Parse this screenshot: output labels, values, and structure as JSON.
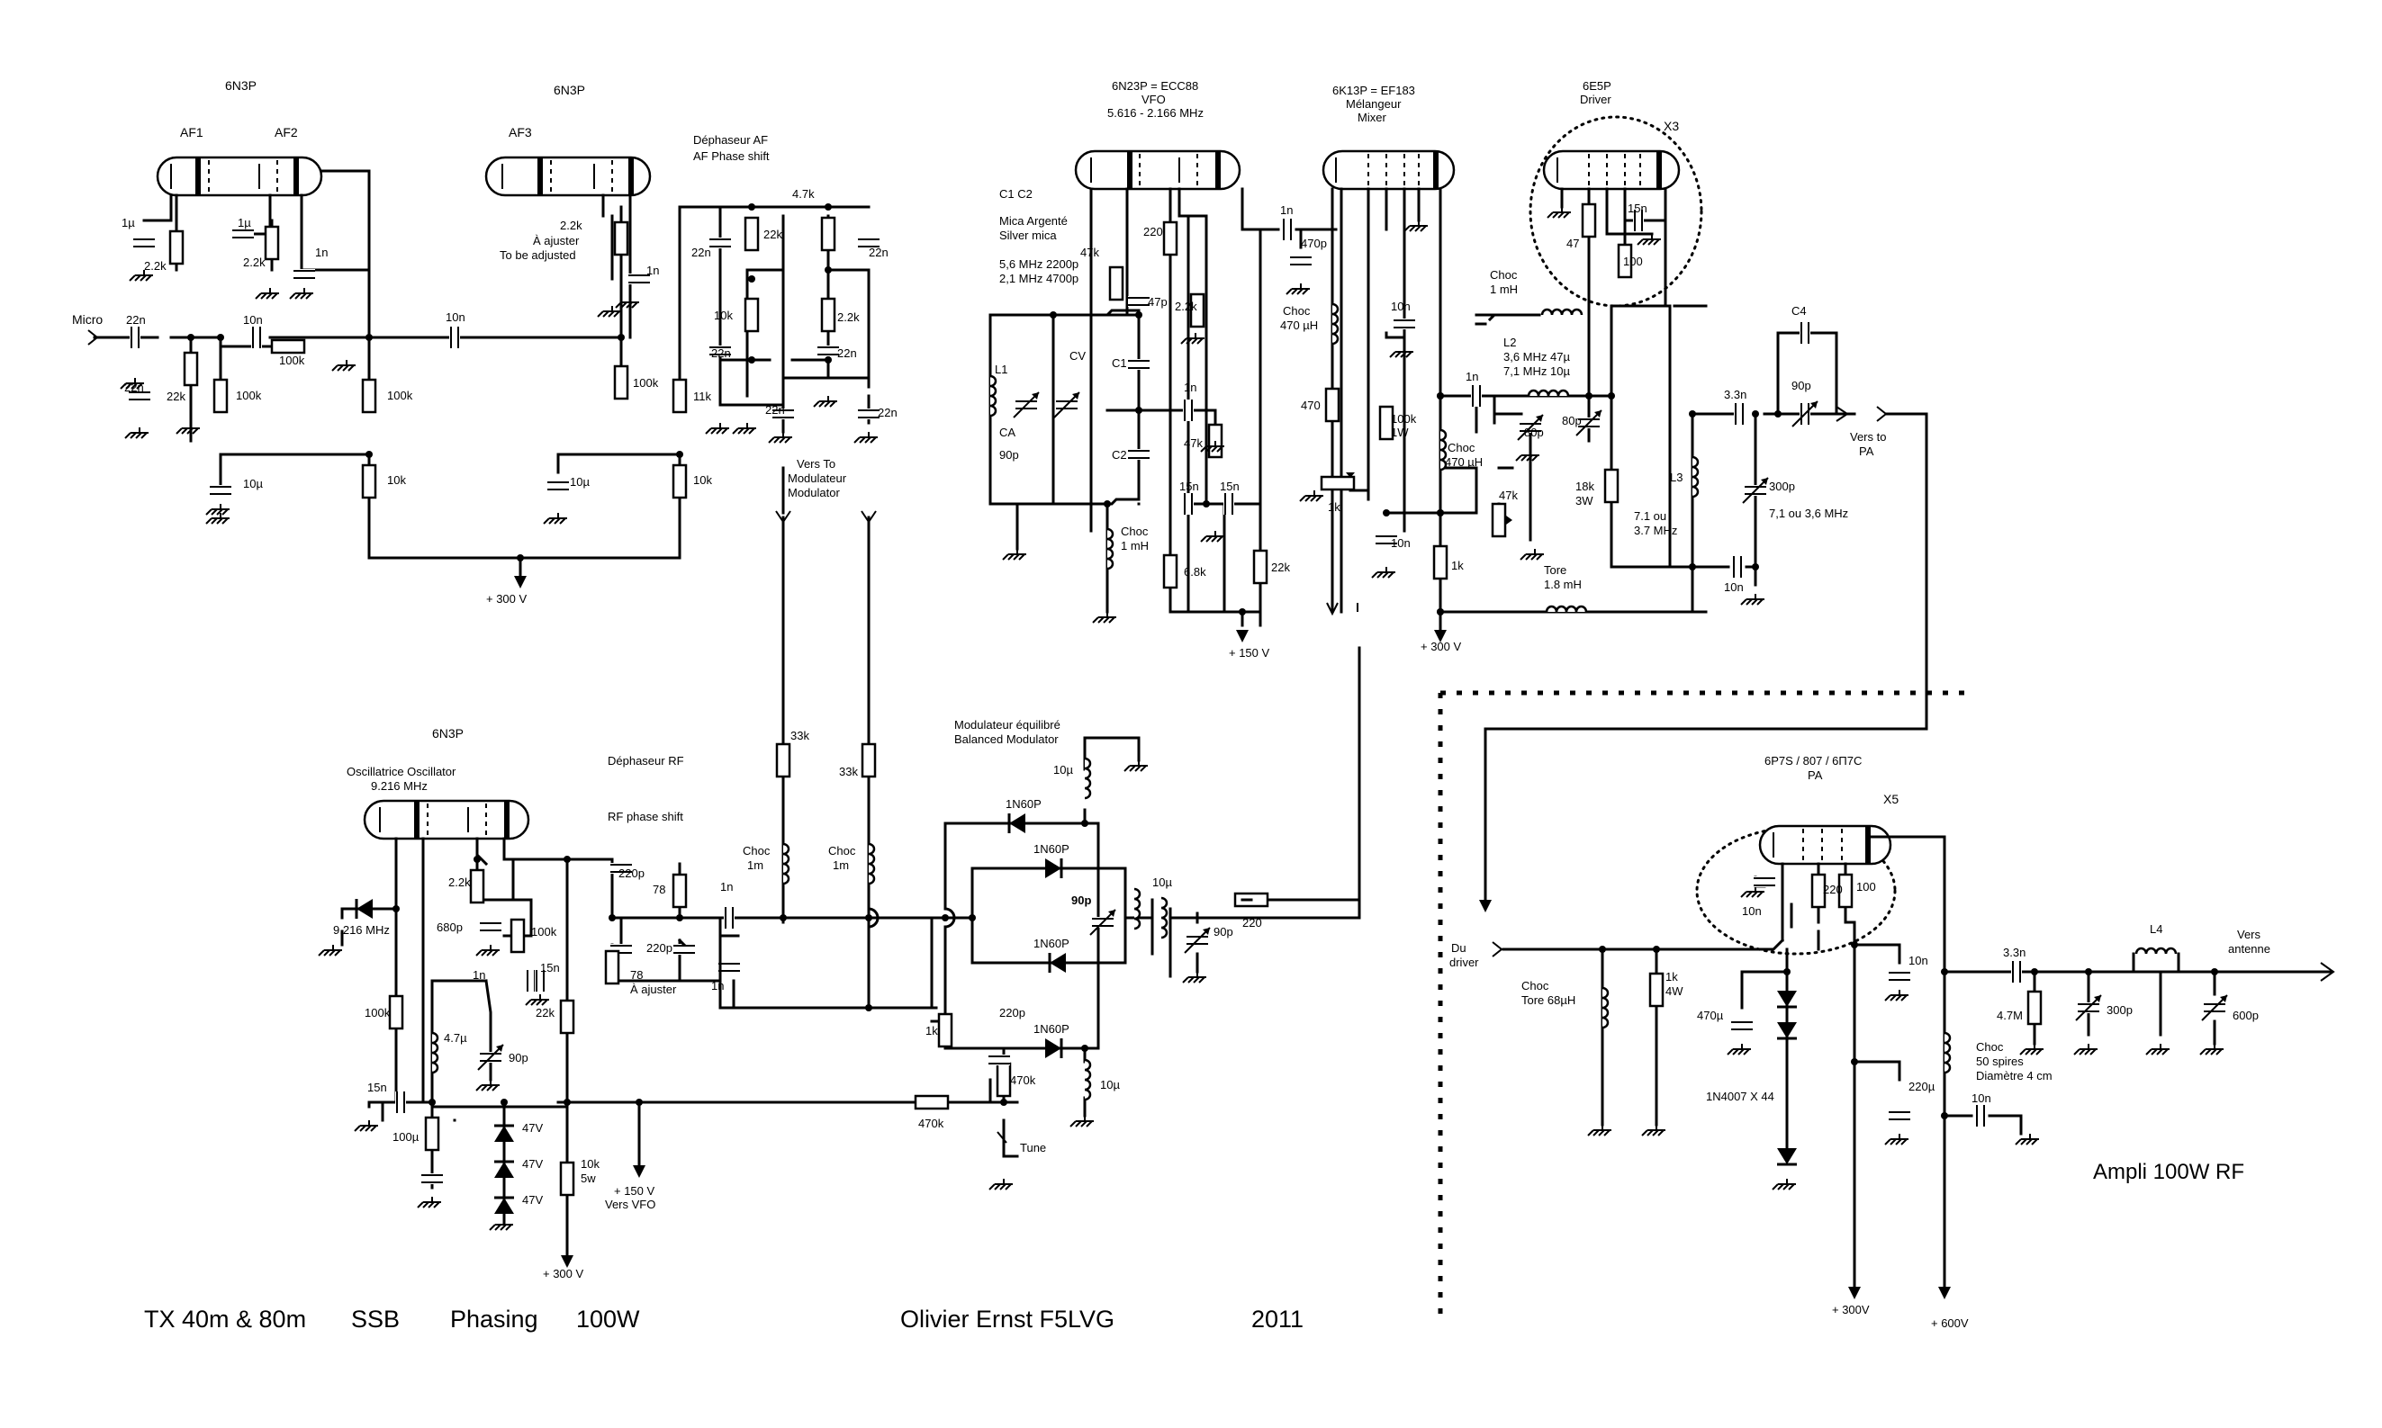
{
  "tubes": {
    "af12_type": "6N3P",
    "af3_type": "6N3P",
    "osc_type": "6N3P",
    "vfo_type": "6N23P = ECC88",
    "vfo_name": "VFO",
    "vfo_range": "5.616 - 2.166 MHz",
    "mixer_type": "6K13P = EF183",
    "mixer_fr": "Mélangeur",
    "mixer_en": "Mixer",
    "driver_type": "6E5P",
    "driver_name": "Driver",
    "driver_count": "X3",
    "pa_type": "6P7S / 807 / 6П7С",
    "pa_name": "PA",
    "pa_count": "X5"
  },
  "stage_labels": {
    "af1": "AF1",
    "af2": "AF2",
    "af3": "AF3",
    "af_phase_fr": "Déphaseur AF",
    "af_phase_en": "AF Phase shift",
    "osc_fr": "Oscillatrice Oscillator",
    "osc_freq": "9.216 MHz",
    "rf_phase_fr": "Déphaseur RF",
    "rf_phase_en": "RF phase shift",
    "balmod_fr": "Modulateur équilibré",
    "balmod_en": "Balanced Modulator",
    "to_mod_1": "Vers To",
    "to_mod_2": "Modulateur",
    "to_mod_3": "Modulator",
    "micro": "Micro",
    "tune": "Tune",
    "to_pa_1": "Vers to",
    "to_pa_2": "PA",
    "from_driver_1": "Du",
    "from_driver_2": "driver",
    "to_antenna_1": "Vers",
    "to_antenna_2": "antenne",
    "ampli": "Ampli 100W RF"
  },
  "vfo_notes": {
    "c1c2": "C1 C2",
    "mica_fr": "Mica Argenté",
    "mica_en": "Silver mica",
    "cap_56": "5,6 MHz 2200p",
    "cap_21": "2,1 MHz 4700p"
  },
  "supplies": {
    "af_b": "+ 300 V",
    "osc_b": "+ 300 V",
    "vfo_b": "+ 150 V",
    "mix_b": "+ 300 V",
    "vfo_feed_1": "+ 150 V",
    "vfo_feed_2": "Vers VFO",
    "pa_screen": "+ 300V",
    "pa_plate": "+ 600V"
  },
  "components": {
    "af": {
      "c_1u": "1µ",
      "r_2k2a": "2.2k",
      "c_1ub": "1µ",
      "r_2k2b": "2.2k",
      "c_1n": "1n",
      "c_22n_in": "22n",
      "c_22n_gnd": "22n",
      "r_22k": "22k",
      "c_10n_a": "10n",
      "pot_100k": "100k",
      "r_100k_a": "100k",
      "r_100k_b": "100k",
      "c_10u_a": "10µ",
      "r_10k_a": "10k",
      "c_10n_b": "10n",
      "r_2k2_adj": "2.2k",
      "adj_fr": "À ajuster",
      "adj_en": "To be adjusted",
      "c_1n_b": "1n",
      "r_100k_c": "100k",
      "r_11k": "11k",
      "c_10u_b": "10µ",
      "r_10k_b": "10k",
      "c_22n_1": "22n",
      "r_10k_ps": "10k",
      "c_22n_2": "22n",
      "r_22k_ps": "22k",
      "c_22n_3": "22n",
      "r_4k7": "4.7k",
      "r_2k2_ps": "2.2k",
      "c_22n_4": "22n",
      "c_22n_5": "22n",
      "c_22n_6": "22n"
    },
    "vfo": {
      "l1": "L1",
      "ca": "CA",
      "ca_val": "90p",
      "cv": "CV",
      "c1": "C1",
      "c2": "C2",
      "r_47k_a": "47k",
      "c_47p": "47p",
      "r_220": "220",
      "r_2k2": "2.2k",
      "c_1n_a": "1n",
      "r_47k_b": "47k",
      "c_15n_a": "15n",
      "c_15n_b": "15n",
      "r_6k8": "6.8k",
      "r_22k": "22k",
      "choc_1mh": "Choc",
      "choc_1mh_val": "1 mH",
      "c_1n_out": "1n"
    },
    "mixer": {
      "c_470p": "470p",
      "choc": "Choc",
      "choc_val": "470 µH",
      "r_470": "470",
      "pot_1k": "1k",
      "c_10n_a": "10n",
      "r_100k": "100k",
      "r_100k_w": "1W",
      "c_10n_b": "10n"
    },
    "driver": {
      "r_47": "47",
      "c_15n": "15n",
      "r_100": "100",
      "choc": "Choc",
      "choc_val": "1 mH",
      "l2": "L2",
      "l2_a": "3,6 MHz 47µ",
      "l2_b": "7,1 MHz 10µ",
      "c_1n": "1n",
      "c_80p_a": "80p",
      "c_80p_b": "80p",
      "choc2": "Choc",
      "choc2_val": "470 µH",
      "pot_47k": "47k",
      "r_1k": "1k",
      "r_18k": "18k",
      "r_18k_w": "3W",
      "tore": "Tore",
      "tore_val": "1.8 mH",
      "c4": "C4",
      "c_90p": "90p",
      "c_3n3": "3.3n",
      "l3": "L3",
      "c_300p": "300p",
      "band_1": "7,1 ou 3,6 MHz",
      "band_2a": "7.1 ou",
      "band_2b": "3.7 MHz",
      "c_10n": "10n"
    },
    "osc": {
      "xtal": "9.216 MHz",
      "r_2k2": "2.2k",
      "c_680p": "680p",
      "r_100k_a": "100k",
      "c_15n_a": "15n",
      "c_1n": "1n",
      "l_4u7": "4.7µ",
      "c_90p": "90p",
      "r_100k_b": "100k",
      "c_15n_b": "15n",
      "c_100u": "100µ",
      "z_47_a": "47V",
      "z_47_b": "47V",
      "z_47_c": "47V",
      "r_22k": "22k",
      "r_10k": "10k",
      "r_10k_w": "5w"
    },
    "rfps": {
      "c_220p_a": "220p",
      "r_78_a": "78",
      "c_220p_b": "220p",
      "r_78_b": "78",
      "r_78_b_adj": "À ajuster",
      "c_1n_a": "1n",
      "c_1n_b": "1n"
    },
    "mod": {
      "r_33k_a": "33k",
      "r_33k_b": "33k",
      "choc_a": "Choc",
      "choc_a_val": "1m",
      "choc_b": "Choc",
      "choc_b_val": "1m",
      "d1": "1N60P",
      "d2": "1N60P",
      "d3": "1N60P",
      "d4": "1N60P",
      "c_90p_a": "90p",
      "c_90p_b": "90p",
      "l_10u_a": "10µ",
      "l_10u_b": "10µ",
      "l_10u_c": "10µ",
      "r_220": "220",
      "r_1k": "1k",
      "c_220p": "220p",
      "r_470k_a": "470k",
      "r_470k_b": "470k"
    },
    "pa": {
      "c_10n_g": "10n",
      "r_220": "220",
      "r_100": "100",
      "choc": "Choc",
      "choc_val": "Tore 68µH",
      "r_1k": "1k",
      "r_1k_w": "4W",
      "c_470u": "470µ",
      "diodes": "1N4007 X 44",
      "c_10n_a": "10n",
      "c_220u": "220µ",
      "c_3n3": "3.3n",
      "r_4m7": "4.7M",
      "c_300p": "300p",
      "l4": "L4",
      "c_600p": "600p",
      "choc2": "Choc",
      "choc2_a": "50 spires",
      "choc2_b": "Diamètre 4 cm",
      "c_10n_b": "10n"
    }
  },
  "footer": {
    "tx": "TX 40m & 80m",
    "ssb": "SSB",
    "phasing": "Phasing",
    "power": "100W",
    "author": "Olivier Ernst F5LVG",
    "year": "2011"
  }
}
